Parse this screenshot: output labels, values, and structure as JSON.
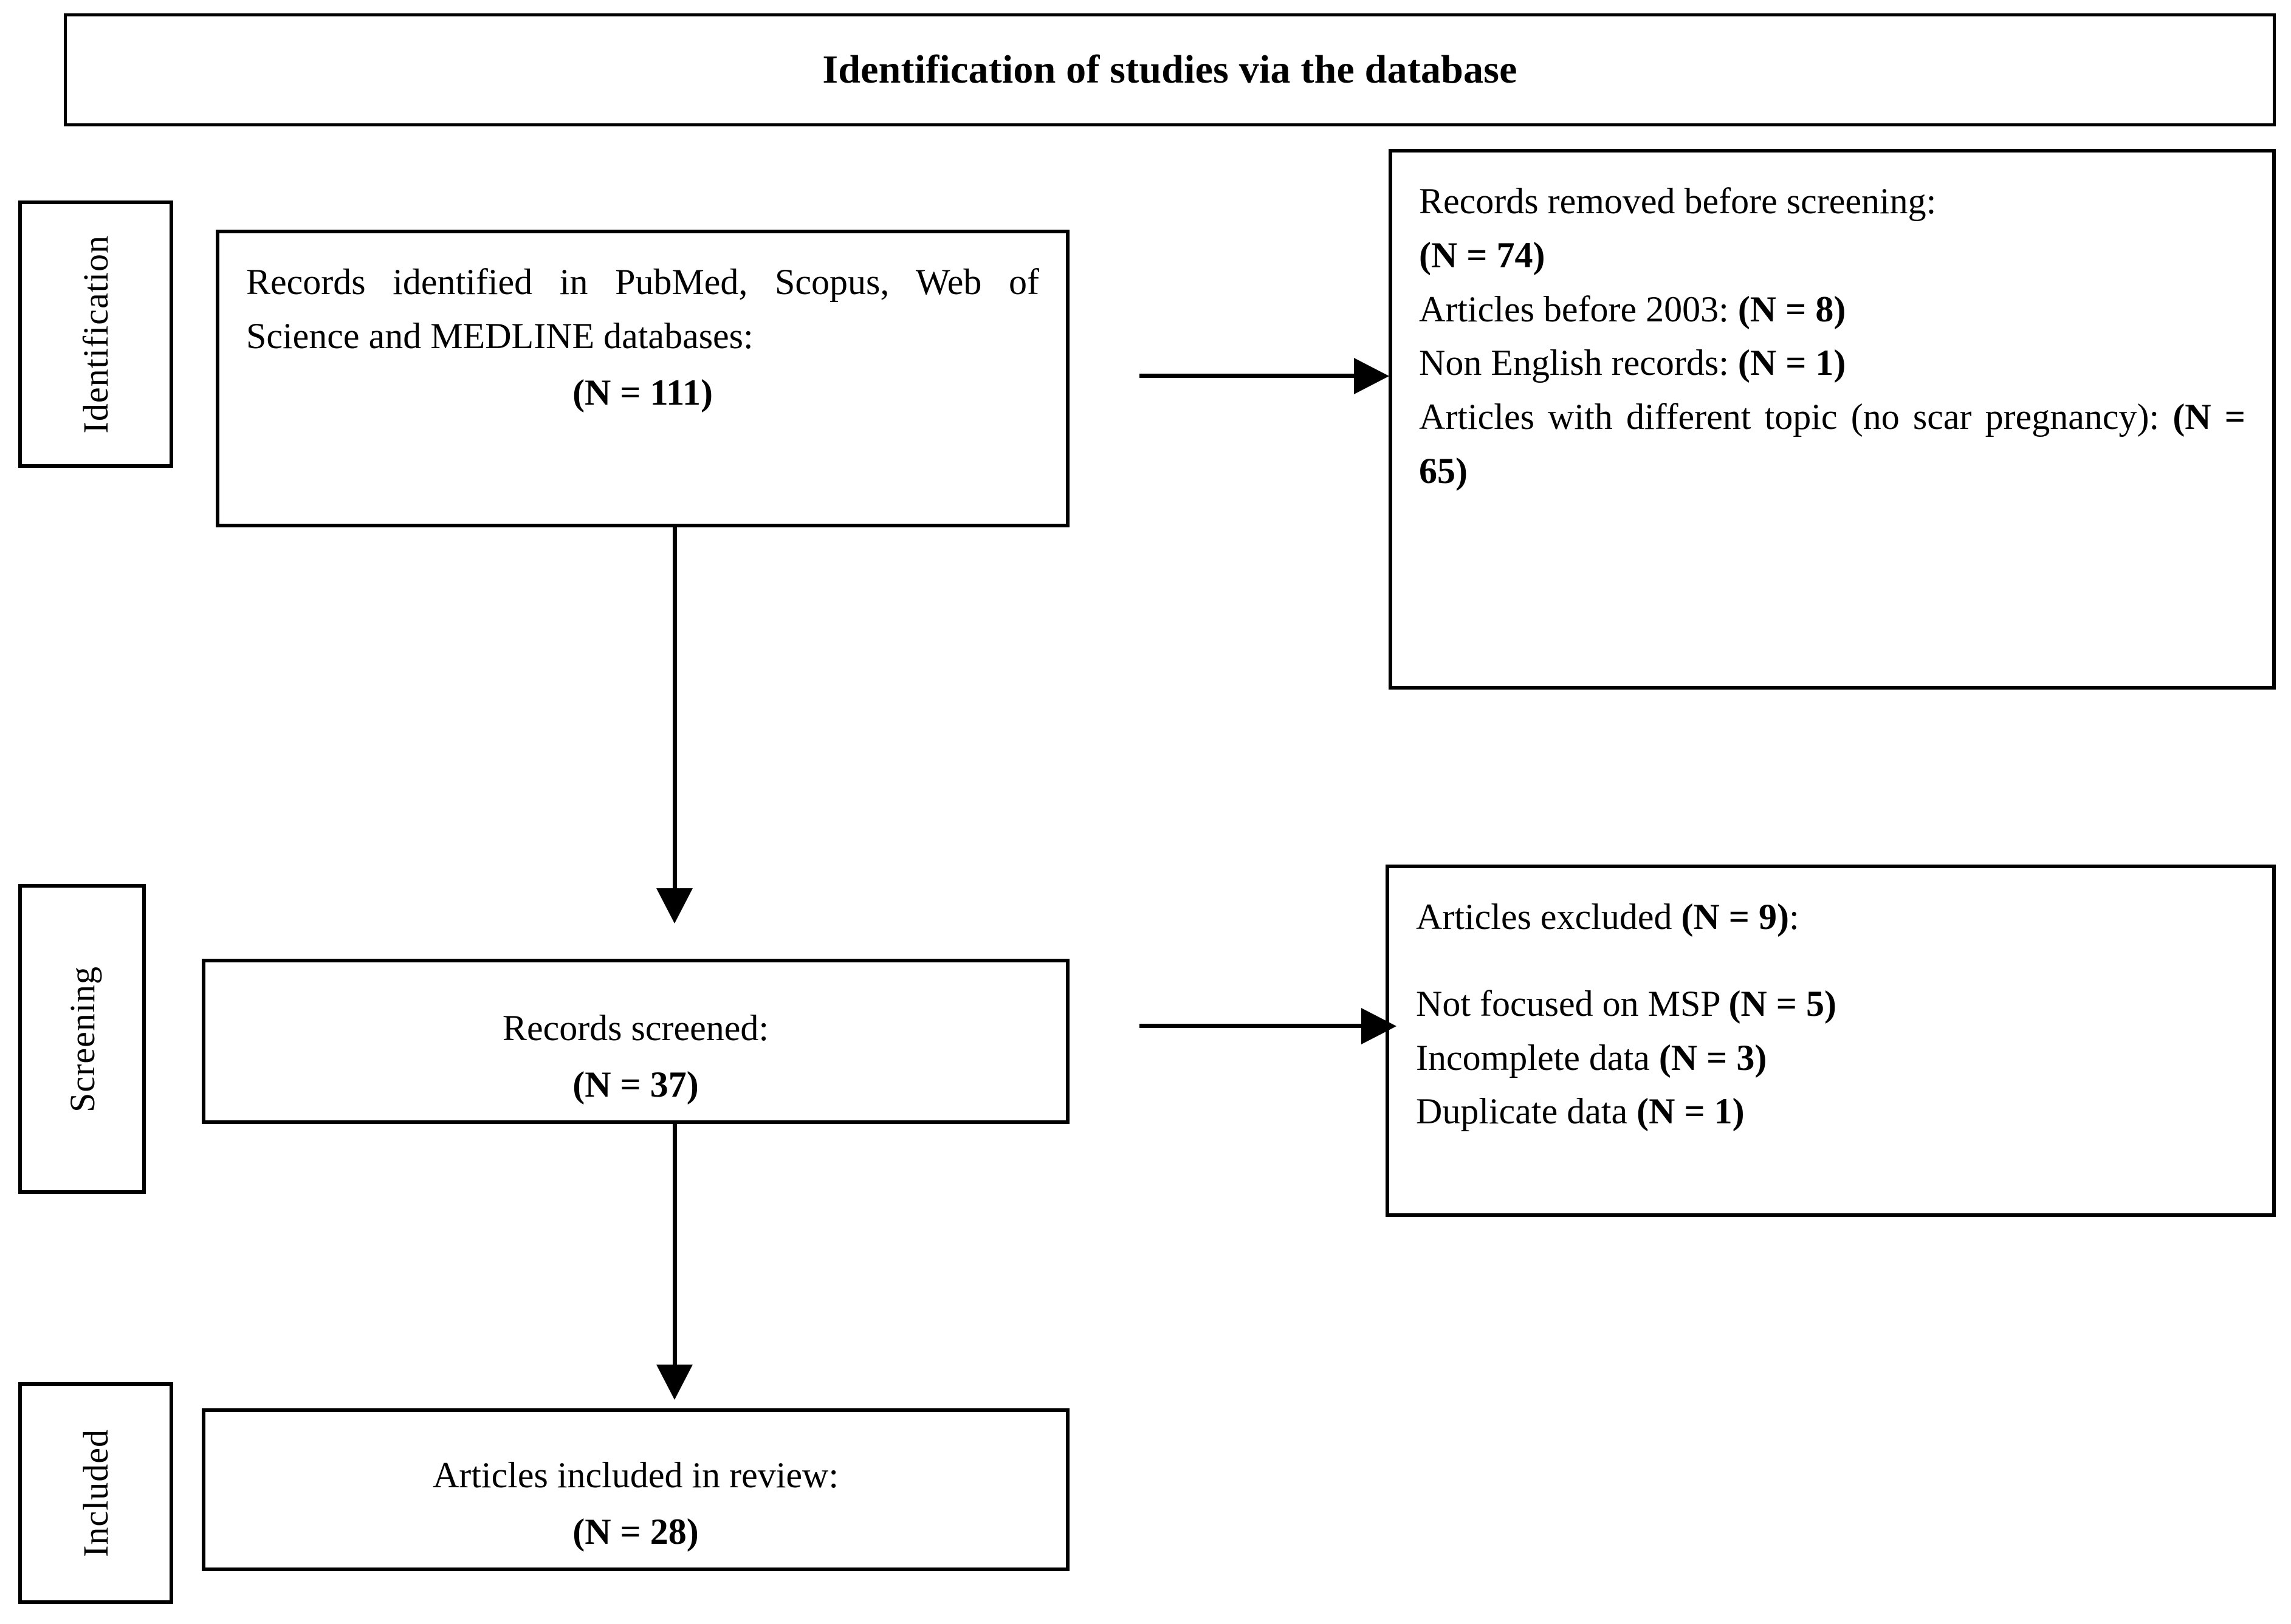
{
  "diagram": {
    "type": "PRISMA flow diagram",
    "title": "Identification of studies via the database"
  },
  "stages": [
    {
      "key": "identification",
      "label": "Identification"
    },
    {
      "key": "screening",
      "label": "Screening"
    },
    {
      "key": "included",
      "label": "Included"
    }
  ],
  "boxes": {
    "identified": {
      "body": "Records identified in PubMed, Scopus, Web of Science and MEDLINE databases:",
      "count": "(N = 111)"
    },
    "removed": {
      "heading": "Records removed before screening:",
      "total": "(N = 74)",
      "items": [
        {
          "label": "Articles before 2003:",
          "count": "(N = 8)"
        },
        {
          "label": "Non English records:",
          "count": "(N = 1)"
        },
        {
          "label": "Articles with different topic (no scar pregnancy):",
          "count": "(N = 65)"
        }
      ]
    },
    "screened": {
      "body": "Records screened:",
      "count": "(N = 37)"
    },
    "excluded": {
      "heading": "Articles excluded",
      "heading_count": "(N = 9)",
      "heading_suffix": ":",
      "items": [
        {
          "label": "Not focused on MSP",
          "count": "(N = 5)"
        },
        {
          "label": "Incomplete data",
          "count": "(N = 3)"
        },
        {
          "label": "Duplicate data",
          "count": "(N = 1)"
        }
      ]
    },
    "included": {
      "body": "Articles included in review:",
      "count": "(N = 28)"
    }
  },
  "connectors": [
    {
      "name": "identified-to-removed",
      "direction": "right"
    },
    {
      "name": "identified-to-screened",
      "direction": "down"
    },
    {
      "name": "screened-to-excluded",
      "direction": "right"
    },
    {
      "name": "screened-to-included",
      "direction": "down"
    }
  ],
  "colors": {
    "stroke": "#000000",
    "background": "#ffffff",
    "text": "#000000"
  }
}
